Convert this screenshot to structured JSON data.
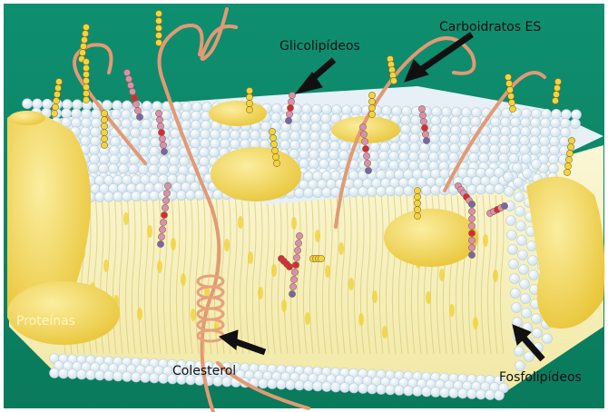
{
  "labels": {
    "glicolipideos": "Glicolipídeos",
    "carboidratos": "Carboidratos ES",
    "proteinas": "Proteínas",
    "colesterol": "Colesterol",
    "fosfolipideos": "Fosfolipídeos"
  },
  "colors": {
    "background_top": "#0e8a6a",
    "background_bottom": "#0a7f60",
    "lipid_head": "#eef6fb",
    "lipid_outline": "#b9cfdc",
    "interior": "#f8f3c8",
    "protein": "#f1d24a",
    "fiber": "#e29a73",
    "arrow": "#111111"
  }
}
